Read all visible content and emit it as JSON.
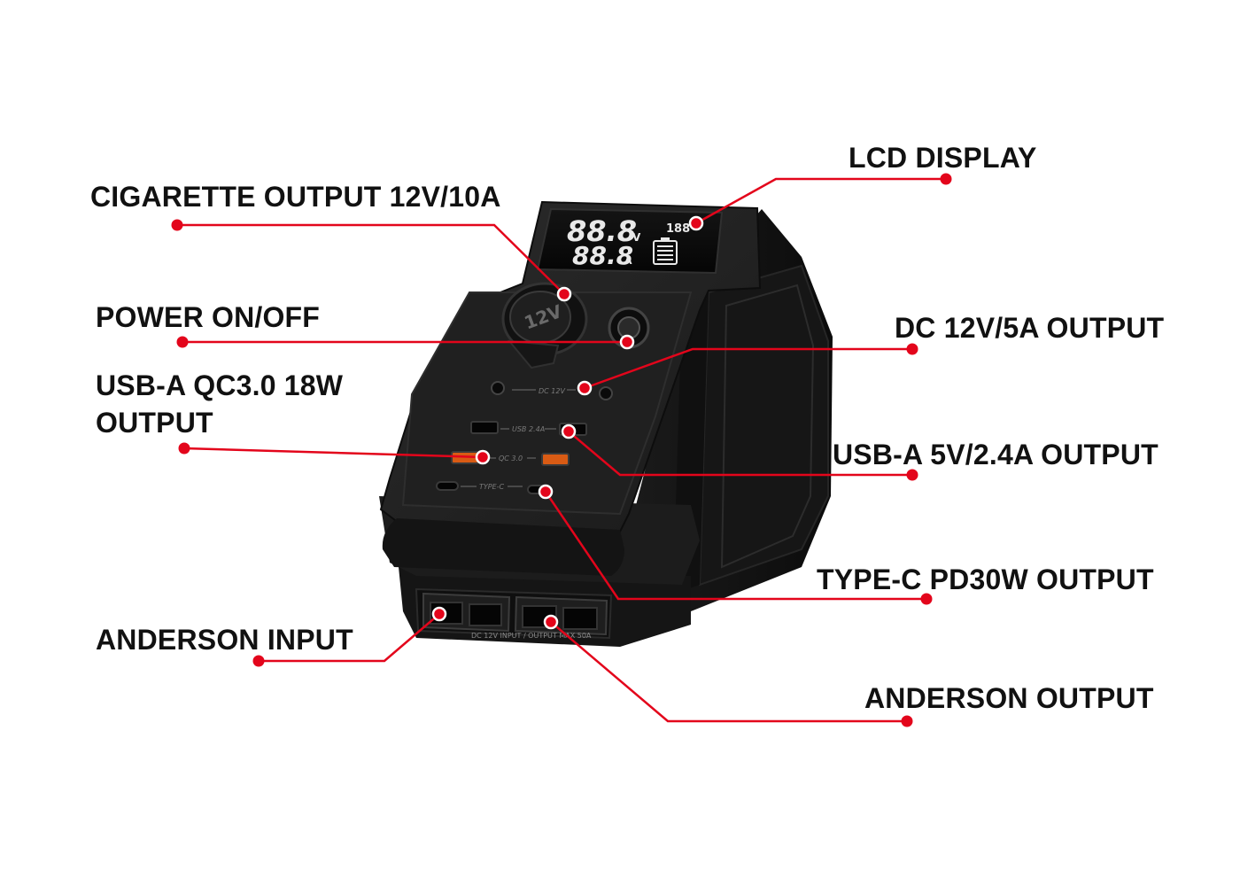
{
  "accent_color": "#e3051b",
  "callouts": [
    {
      "id": "lcd",
      "label": "LCD DISPLAY"
    },
    {
      "id": "cig",
      "label": "CIGARETTE OUTPUT 12V/10A"
    },
    {
      "id": "power",
      "label": "POWER ON/OFF"
    },
    {
      "id": "dc",
      "label": "DC 12V/5A OUTPUT"
    },
    {
      "id": "qc",
      "label": "USB-A QC3.0 18W OUTPUT"
    },
    {
      "id": "usba",
      "label": "USB-A 5V/2.4A OUTPUT"
    },
    {
      "id": "typec",
      "label": "TYPE-C PD30W OUTPUT"
    },
    {
      "id": "and_in",
      "label": "ANDERSON INPUT"
    },
    {
      "id": "and_out",
      "label": "ANDERSON OUTPUT"
    }
  ],
  "device": {
    "lcd_voltage": "88.8",
    "lcd_voltage_unit": "V",
    "lcd_current": "88.8",
    "lcd_current_unit": "A",
    "lcd_percent": "188",
    "socket_label": "12V",
    "port_labels": {
      "dc": "DC 12V",
      "usb": "USB 2.4A",
      "qc": "QC 3.0",
      "typec": "TYPE-C"
    },
    "anderson_caption": "DC 12V INPUT / OUTPUT MAX 50A"
  }
}
